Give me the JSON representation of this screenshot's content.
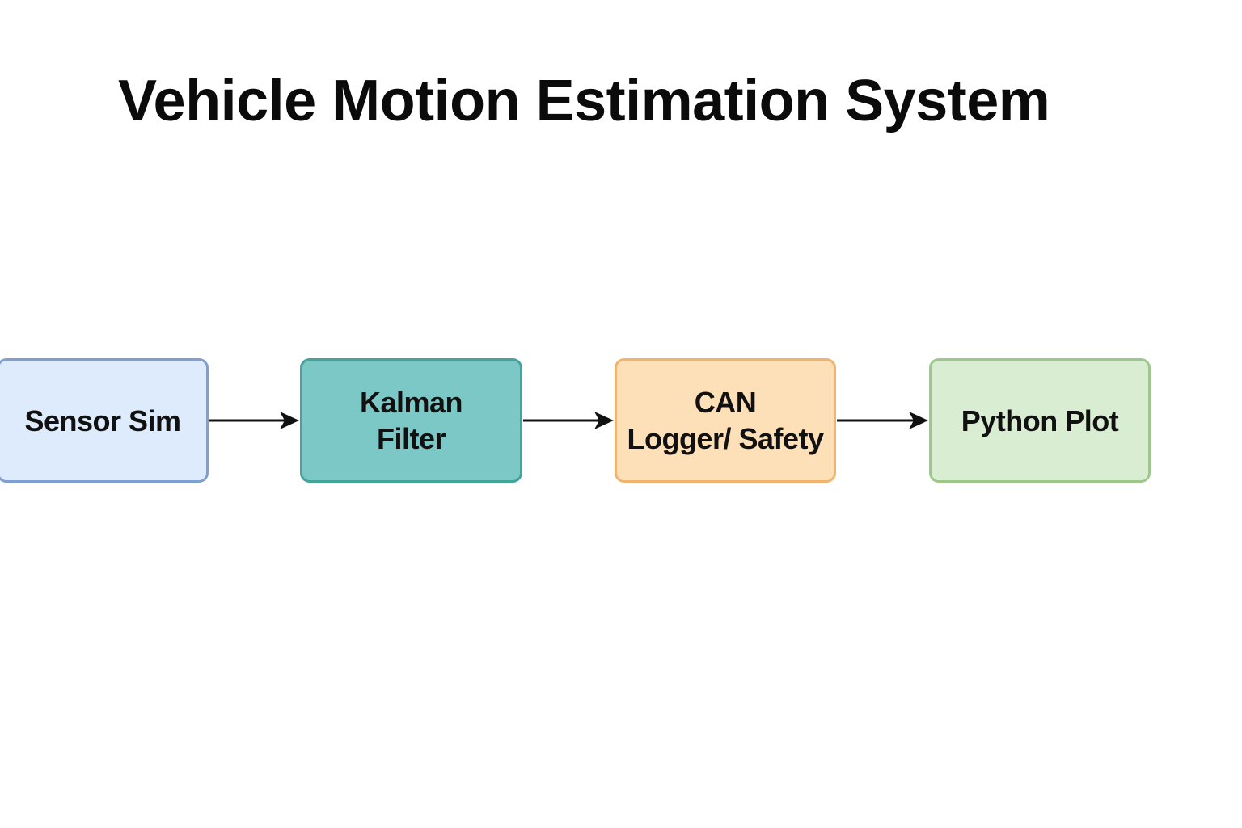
{
  "title": "Vehicle Motion Estimation System",
  "nodes": [
    {
      "lines": [
        "Sensor Sim"
      ],
      "fill": "#deebfc",
      "border": "#7f9fd0"
    },
    {
      "lines": [
        "Kalman",
        "Filter"
      ],
      "fill": "#7cc8c6",
      "border": "#46a399"
    },
    {
      "lines": [
        "CAN",
        "Logger/ Safety"
      ],
      "fill": "#fddfb8",
      "border": "#f0b46e"
    },
    {
      "lines": [
        "Python Plot"
      ],
      "fill": "#d9edd2",
      "border": "#9cc98a"
    }
  ],
  "edges": [
    {
      "from": 0,
      "to": 1
    },
    {
      "from": 1,
      "to": 2
    },
    {
      "from": 2,
      "to": 3
    }
  ],
  "colors": {
    "arrow": "#111111",
    "title": "#0b0b0b"
  }
}
